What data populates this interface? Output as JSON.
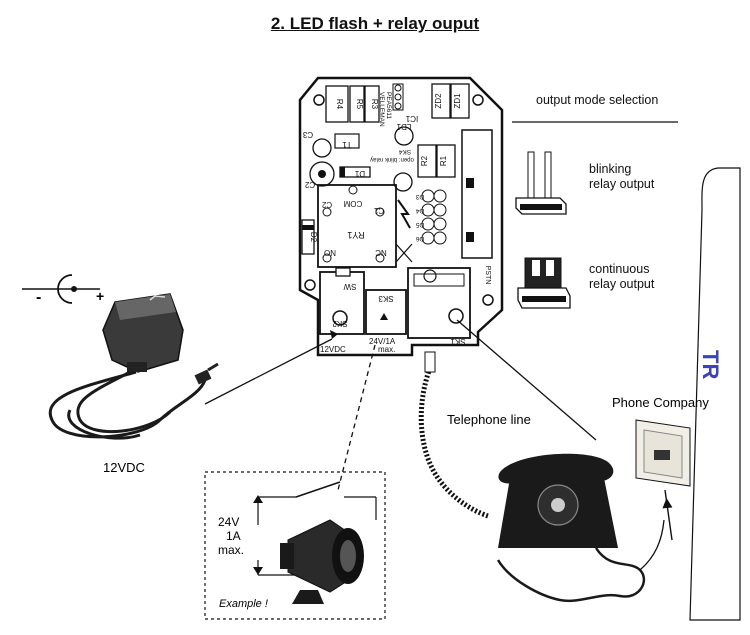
{
  "title": "2. LED flash + relay ouput",
  "output_mode": {
    "heading": "output mode selection",
    "blinking_line1": "blinking",
    "blinking_line2": "relay output",
    "continuous_line1": "continuous",
    "continuous_line2": "relay output"
  },
  "power": {
    "label": "12VDC",
    "minus": "-",
    "plus": "+"
  },
  "telephone_line": "Telephone line",
  "phone_company": "Phone Company",
  "phone_company_logo": "TR",
  "siren": {
    "rating_line1": "24V",
    "rating_line2": "1A",
    "rating_line3": "max.",
    "example": "Example !"
  },
  "pcb": {
    "r4": "R4",
    "r5": "R5",
    "r3": "R3",
    "r2": "R2",
    "r1": "R1",
    "zd1": "ZD1",
    "zd2": "ZD2",
    "ic1": "IC1",
    "ld1": "LD1",
    "velleman": "VELLEMAN",
    "code": "PEA5611",
    "t1": "T1",
    "c3": "C3",
    "c2": "C2",
    "c1": "C1",
    "d1": "D1",
    "d2": "D2",
    "d3": "D3",
    "d4": "D4",
    "d5": "D5",
    "d6": "D6",
    "sk4": "SK4",
    "sk4_note": "open: blink relay",
    "ry1": "RY1",
    "com": "COM",
    "no": "NO",
    "nc": "NC",
    "sw": "SW",
    "sk2": "SK2",
    "sk3": "SK3",
    "sk1": "SK1",
    "pstn": "PSTN",
    "pv12": "12VDC",
    "rating": "24V/1A",
    "rating_max": "max."
  }
}
